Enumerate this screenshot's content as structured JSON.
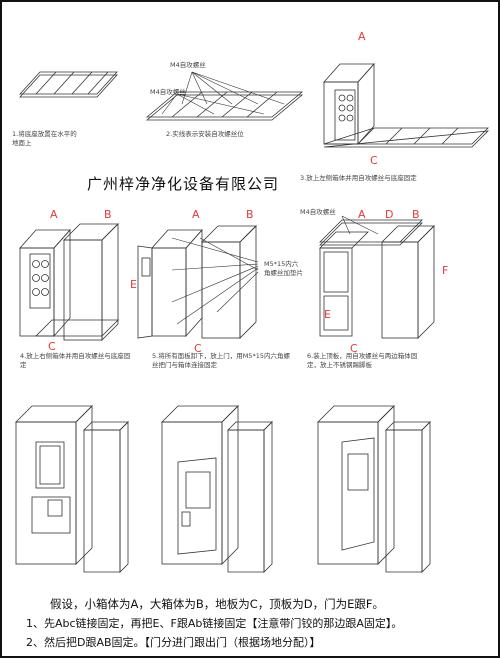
{
  "company": "广州梓净净化设备有限公司",
  "steps": {
    "s1": "1.将底座放置在水平的地面上",
    "s2": "2.实线表示安装自攻螺丝位",
    "s3": "3.放上左侧箱体并用自攻螺丝与底座固定",
    "s4": "4.放上右侧箱体并用自攻螺丝与底座固定",
    "s5": "5.将所有面板卸下，放上门，用M5*15内六角螺丝把门与箱体连接固定",
    "s6": "6.装上顶板，用自攻螺丝与两边箱体固定，放上不锈钢踢脚板"
  },
  "callouts": {
    "m4_top": "M4自攻螺丝",
    "m4_mid": "M4自攻螺丝",
    "m4_right": "M4自攻螺丝",
    "m5": "M5*15内六角螺丝加垫片"
  },
  "letters": {
    "a": "A",
    "b": "B",
    "c": "C",
    "d": "D",
    "e": "E",
    "f": "F"
  },
  "notes": {
    "line1": "假设，小箱体为A，大箱体为B，地板为C，顶板为D，门为E跟F。",
    "line2": "1、先Abc链接固定，再把E、F跟Ab链接固定【注意带门铰的那边跟A固定】。",
    "line3": "2、然后把D跟AB固定。【门分进门跟出门（根据场地分配）】"
  }
}
